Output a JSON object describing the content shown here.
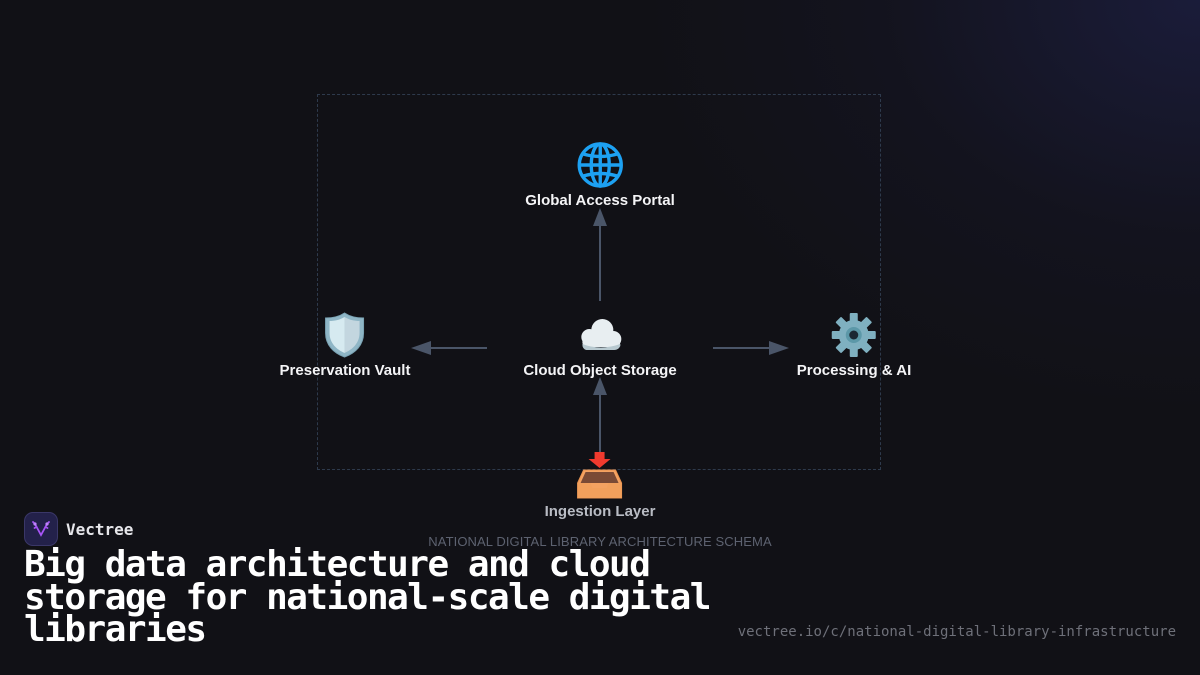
{
  "diagram": {
    "caption": "NATIONAL DIGITAL LIBRARY ARCHITECTURE SCHEMA",
    "nodes": [
      {
        "id": "portal",
        "label": "Global Access Portal",
        "icon": "globe-icon"
      },
      {
        "id": "vault",
        "label": "Preservation Vault",
        "icon": "shield-icon"
      },
      {
        "id": "storage",
        "label": "Cloud Object Storage",
        "icon": "cloud-icon"
      },
      {
        "id": "processing",
        "label": "Processing & AI",
        "icon": "gear-icon"
      },
      {
        "id": "ingestion",
        "label": "Ingestion Layer",
        "icon": "inbox-tray-icon"
      }
    ],
    "edges": [
      {
        "from": "ingestion",
        "to": "storage"
      },
      {
        "from": "storage",
        "to": "portal"
      },
      {
        "from": "storage",
        "to": "vault"
      },
      {
        "from": "storage",
        "to": "processing"
      }
    ],
    "colors": {
      "arrow": "#4a5568",
      "frame": "#2e3a4c",
      "globe": "#1da1f2",
      "ingestion_arrow": "#f03a2e",
      "tray": "#f4a261"
    }
  },
  "brand": {
    "name": "Vectree",
    "logo_color": "#a855f7"
  },
  "title": "Big data architecture and cloud storage for national-scale digital libraries",
  "url": "vectree.io/c/national-digital-library-infrastructure"
}
